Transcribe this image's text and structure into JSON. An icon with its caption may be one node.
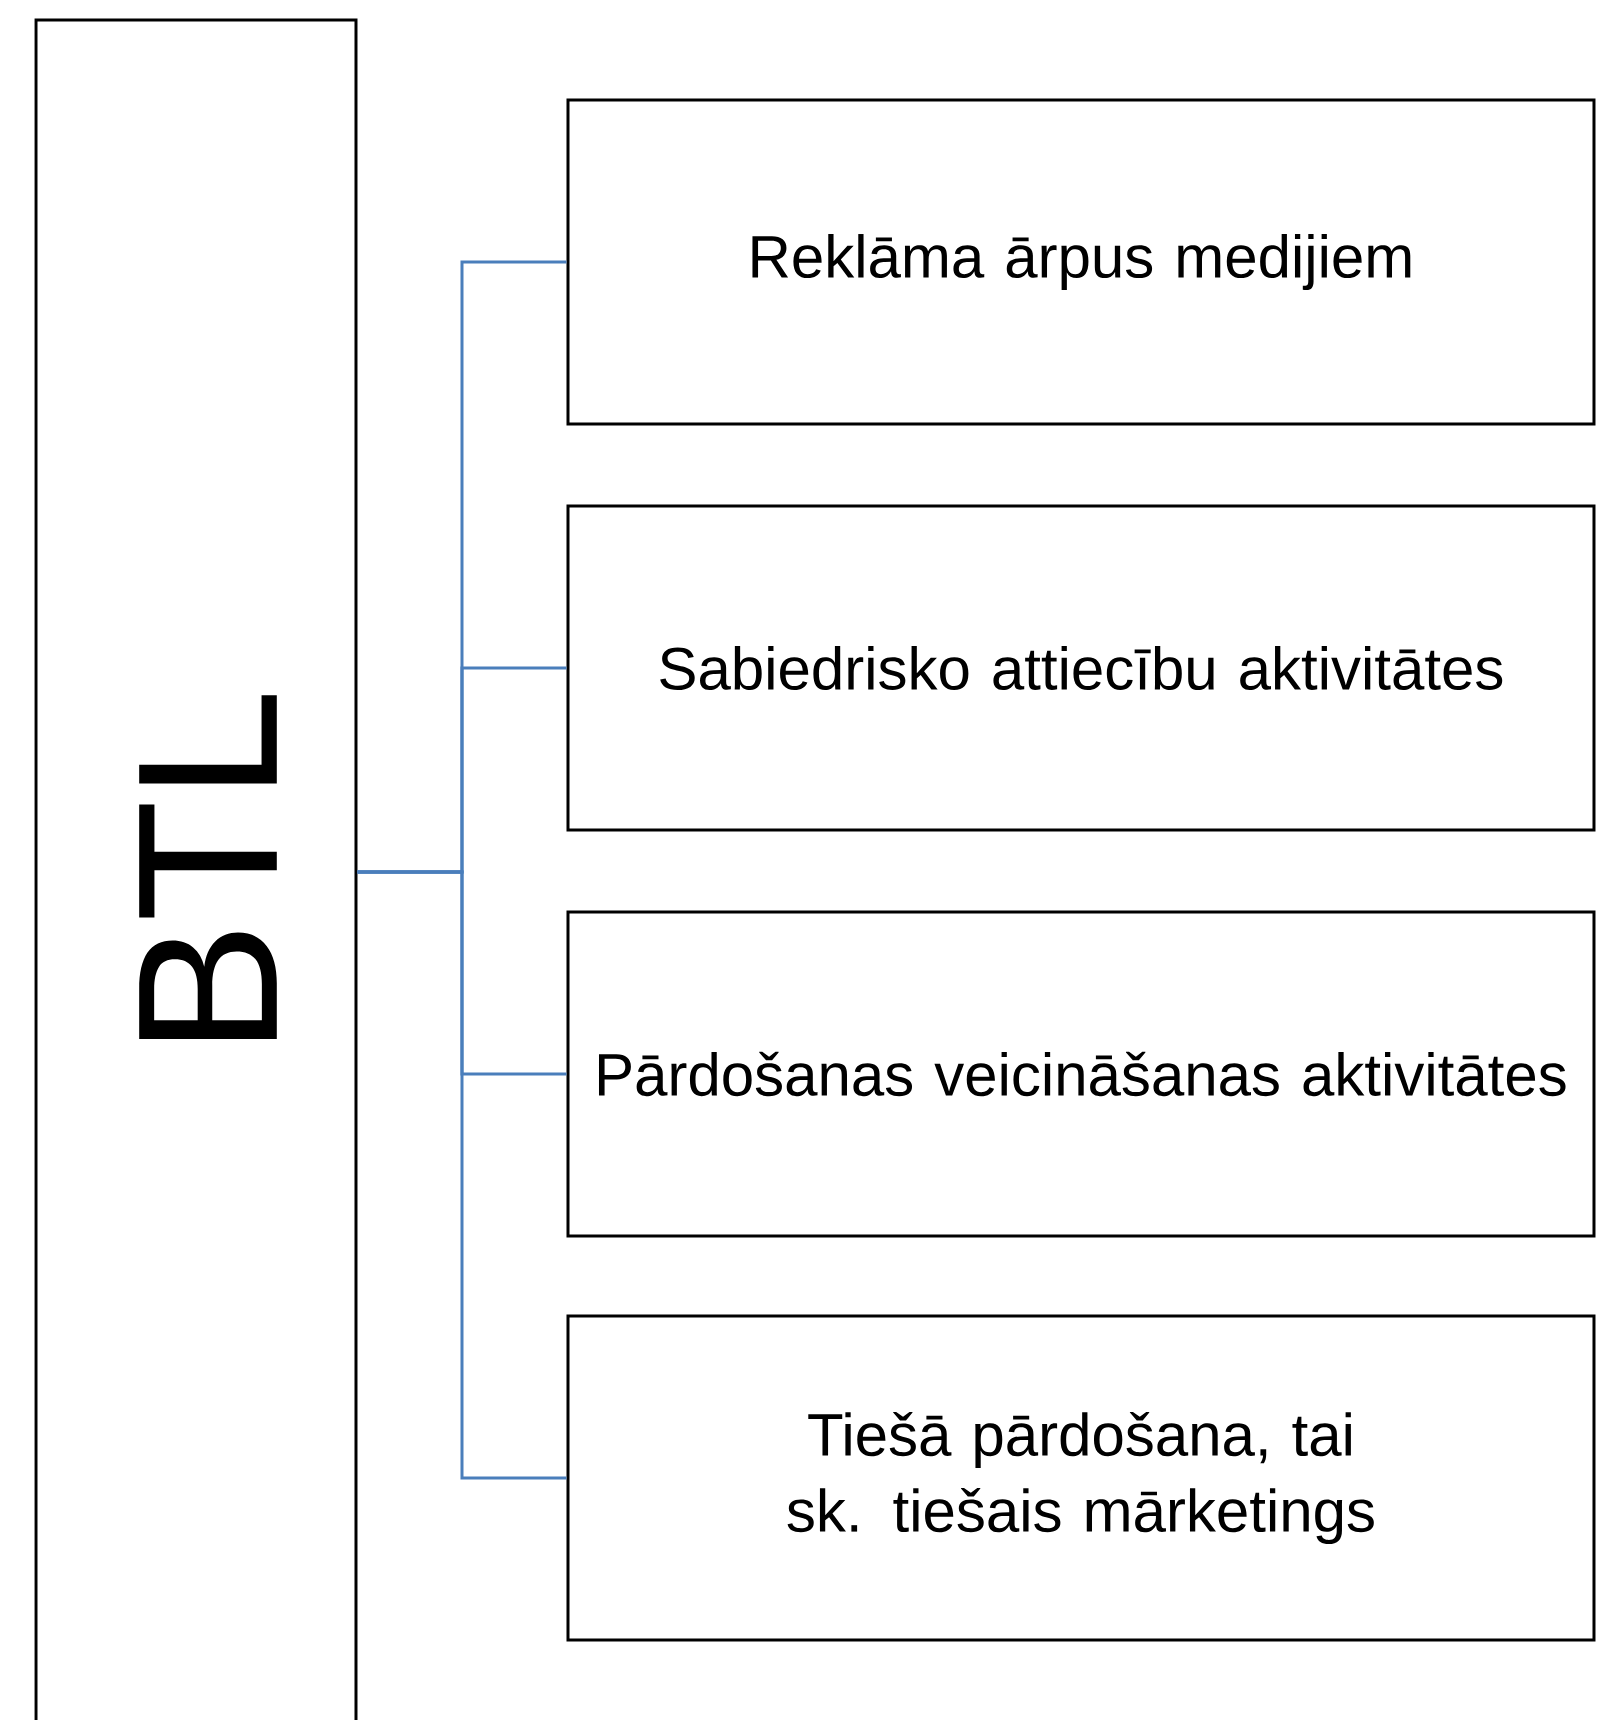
{
  "diagram": {
    "nodes": [
      {
        "text": [
          "BTL"
        ]
      },
      {
        "text": [
          "Reklāma ārpus medijiem"
        ]
      },
      {
        "text": [
          "Sabiedrisko attiecību aktivitātes"
        ]
      },
      {
        "text": [
          "Pārdošanas veicināšanas aktivitātes"
        ]
      },
      {
        "text": [
          "Tiešā pārdošana, tai sk. tiešais mārketings"
        ]
      }
    ],
    "edges": [
      {
        "from": 0,
        "to": 1,
        "arrow": "none",
        "color": "#4a7ebb"
      },
      {
        "from": 0,
        "to": 2,
        "arrow": "none",
        "color": "#4a7ebb"
      },
      {
        "from": 0,
        "to": 3,
        "arrow": "none",
        "color": "#4a7ebb"
      },
      {
        "from": 0,
        "to": 4,
        "arrow": "none",
        "color": "#4a7ebb"
      }
    ]
  }
}
